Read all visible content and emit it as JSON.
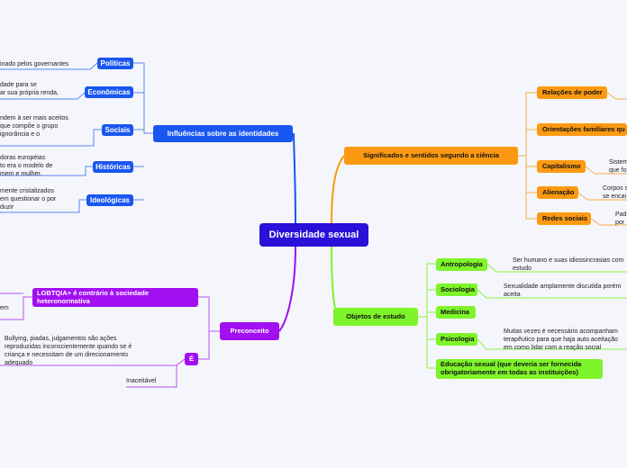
{
  "central": "Diversidade sexual",
  "influencias": {
    "label": "Influências sobre as identidades",
    "children": [
      {
        "label": "Políticas",
        "note": "inado pelos governantes"
      },
      {
        "label": "Econômicas",
        "note": "dade para se\nar sua própria renda,"
      },
      {
        "label": "Sociais",
        "note": "ndem à ser mais aceitos\nque compõe o grupo\nignorância e o"
      },
      {
        "label": "Históricas",
        "note": "doras européias\nto era o modelo de\nmem e mulher."
      },
      {
        "label": "Ideológicas",
        "note": "mente cristalizados\nem questionar o por\nduzir"
      }
    ]
  },
  "significados": {
    "label": "Significados e sentidos segundo a ciência",
    "children": [
      {
        "label": "Relações de poder",
        "note": ""
      },
      {
        "label": "Orientações familiares qu",
        "note": ""
      },
      {
        "label": "Capitalismo",
        "note": "Sistem\nque fo"
      },
      {
        "label": "Alienação",
        "note": "Corpos s\nse encai"
      },
      {
        "label": "Redes sociais",
        "note": "Padr\npor"
      }
    ]
  },
  "objetos": {
    "label": "Objetos de estudo",
    "children": [
      {
        "label": "Antropologia",
        "note": "Ser humano e suas idiossincrasias com\nestudo"
      },
      {
        "label": "Sociologia",
        "note": "Sexualidade amplamente discutida porém\naceita"
      },
      {
        "label": "Medicina",
        "note": ""
      },
      {
        "label": "Psicologia",
        "note": "Muitas vezes é necessário acompanham\nterapêutico para que haja auto aceitação\nem como lidar com a reação social"
      },
      {
        "label": "Educação sexual (que deveria ser fornecida\nobrigatoriamente em todas as instituições)",
        "note": ""
      }
    ]
  },
  "preconceito": {
    "label": "Preconceito",
    "lgbt": {
      "label": "LGBTQIA+ é contrário à sociedade\nheteronormativa",
      "note": "em"
    },
    "e": {
      "label": "É",
      "note": "Bullying, piadas, julgamentos são ações\nreproduzidas inconscientemente quando se é\ncriança e necessitam de um direcionamento\nadequado",
      "note2": "Inaceitável"
    }
  },
  "colors": {
    "central": "#2a10d8",
    "blue": "#1a56f0",
    "orange": "#fb9a12",
    "green": "#7ef42a",
    "purple": "#a20ff0"
  }
}
